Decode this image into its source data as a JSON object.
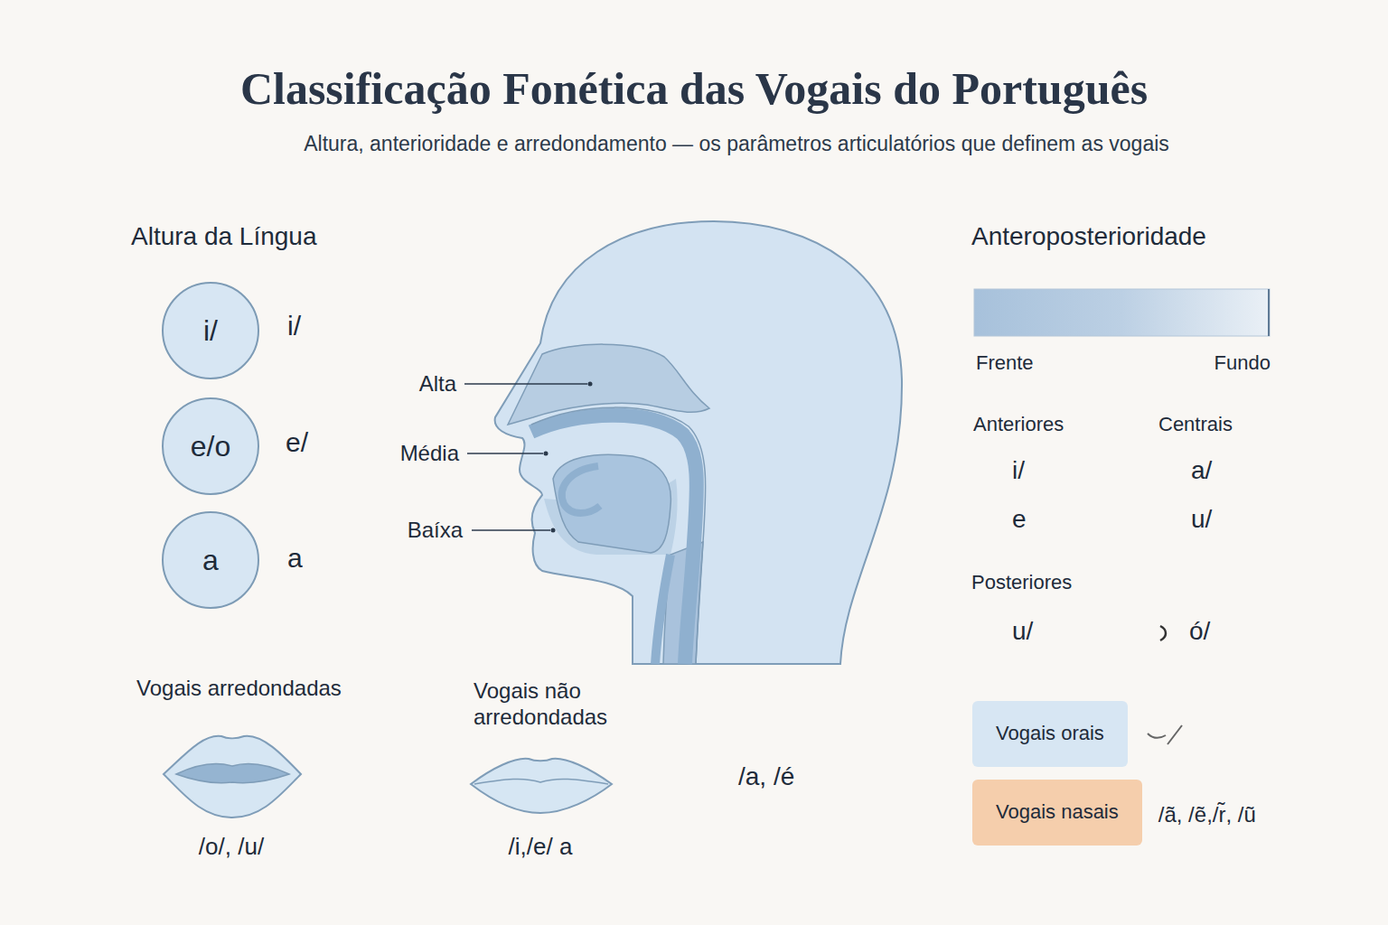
{
  "diagram": {
    "title": "Classificação Fonética das Vogais do Português",
    "caption": "Altura, anterioridade e arredondamento — os parâmetros articulatórios que definem as vogais",
    "nodes": [
      {
        "text": [
          "i/"
        ]
      },
      {
        "text": [
          "e/o"
        ]
      },
      {
        "text": [
          "a"
        ]
      },
      {
        "text": [
          "Vogais orais"
        ]
      },
      {
        "text": [
          "Vogais nasais"
        ]
      }
    ],
    "labels": [
      "Altura da Língua",
      "i/",
      "e/",
      "a",
      "Alta",
      "Média",
      "Baíxa",
      "Anteroposterioridade",
      "Frente",
      "Fundo",
      "Anteriores",
      "Centrais",
      "i/",
      "a/",
      "e",
      "u/",
      "Posteriores",
      "u/",
      "ó/",
      "Vogais arredondadas",
      "/o/, /u/",
      "Vogais não arredondadas",
      "/i,/e/ a",
      "/a, /é",
      "/ã, /ẽ,/r̃, /ũ"
    ]
  }
}
